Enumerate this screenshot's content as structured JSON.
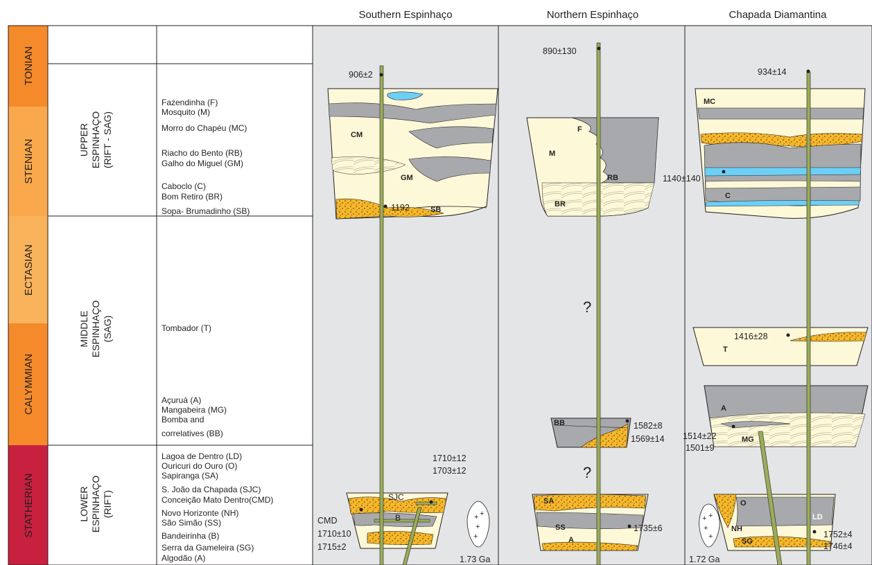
{
  "columns": {
    "southern": "Southern Espinhaço",
    "northern": "Northern Espinhaço",
    "chapada": "Chapada Diamantina"
  },
  "periods": [
    "TONIAN",
    "STENIAN",
    "ECTASIAN",
    "CALYMMIAN",
    "STATHERIAN"
  ],
  "groups": {
    "upper": [
      "UPPER",
      "ESPINHAÇO",
      "(RIFT - SAG)"
    ],
    "middle": [
      "MIDDLE",
      "ESPINHAÇO",
      "(SAG)"
    ],
    "lower": [
      "LOWER",
      "ESPINHAÇO",
      "(RIFT)"
    ]
  },
  "units": {
    "upper": [
      "Fazendinha (F)",
      "Mosquito (M)",
      "Morro do Chapéu (MC)",
      "Riacho do Bento (RB)",
      "Galho do Miguel (GM)",
      "Caboclo (C)",
      "Bom Retiro (BR)",
      "Sopa- Brumadinho (SB)"
    ],
    "middle": [
      "Tombador (T)",
      "Açuruá (A)",
      "Mangabeira (MG)",
      "Bomba and",
      "correlatives (BB)"
    ],
    "lower": [
      "Lagoa de Dentro (LD)",
      "Ouricuri do Ouro (O)",
      "Sapiranga (SA)",
      "S. João da Chapada (SJC)",
      "Conceição Mato Dentro(CMD)",
      "Novo Horizonte (NH)",
      "São Simão (SS)",
      "Bandeirinha (B)",
      "Serra da Gameleira (SG)",
      "Algodão (A)"
    ]
  },
  "ages": {
    "s_906": "906±2",
    "s_1192": "1192",
    "s_1710a": "1710±12",
    "s_1703": "1703±12",
    "s_cmd": "CMD",
    "s_1710b": "1710±10",
    "s_1715": "1715±2",
    "s_173": "1.73 Ga",
    "n_890": "890±130",
    "n_1582": "1582±8",
    "n_1569": "1569±14",
    "n_1735": "1735±6",
    "c_934": "934±14",
    "c_1140": "1140±140",
    "c_1416": "1416±28",
    "c_1514": "1514±22",
    "c_1501": "1501±9",
    "c_1752": "1752±4",
    "c_1746": "1746±4",
    "c_172": "1.72 Ga"
  },
  "unit_labels": {
    "CM": "CM",
    "GM": "GM",
    "SB": "SB",
    "SJC": "SJC",
    "B": "B",
    "F": "F",
    "M": "M",
    "RB": "RB",
    "BR": "BR",
    "BB": "BB",
    "SA": "SA",
    "SS": "SS",
    "A_n": "A",
    "MC": "MC",
    "C": "C",
    "T": "T",
    "A_c": "A",
    "MG": "MG",
    "O": "O",
    "NH": "NH",
    "SG": "SG",
    "LD": "LD"
  },
  "question_mark": "?",
  "colors": {
    "tonian": "#f58a2a",
    "stenian": "#f9a94b",
    "ectasian": "#f9b35a",
    "calymmian": "#f48a2a",
    "statherian": "#c8203f",
    "panel": "#e4e5e7",
    "cream": "#fdf8d8",
    "grey": "#a7a9ac",
    "blue": "#6dcff6",
    "sand": "#f6b72a",
    "pole": "#9aac5a"
  }
}
